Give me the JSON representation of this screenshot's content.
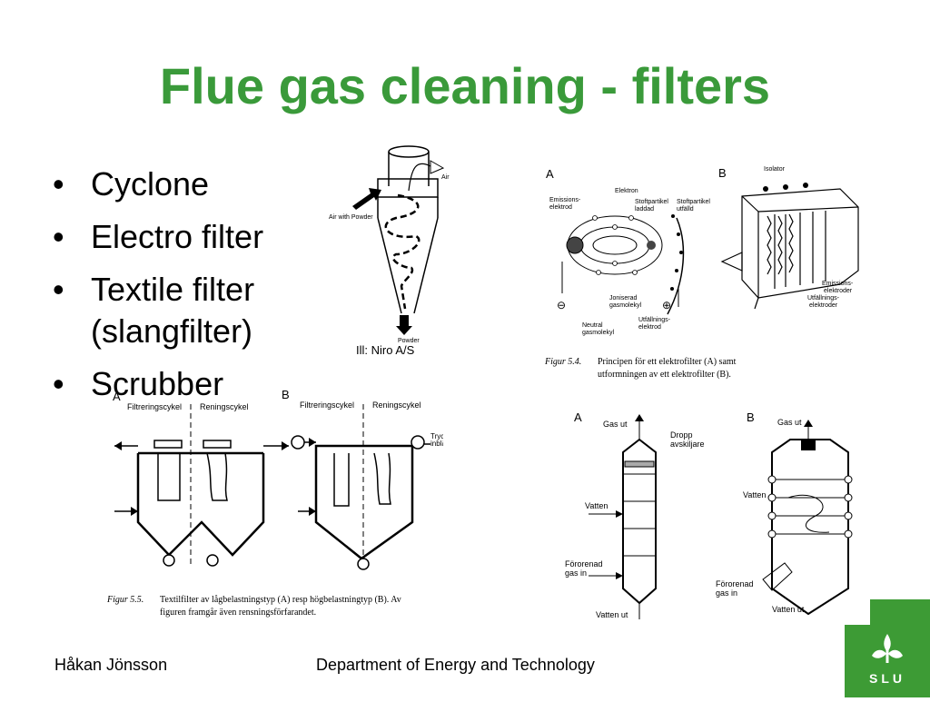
{
  "slide": {
    "title": "Flue gas cleaning - filters",
    "title_color": "#3a9a3a",
    "accent_green": "#3d9b35"
  },
  "bullets": [
    {
      "text": "Cyclone"
    },
    {
      "text": "Electro filter"
    },
    {
      "text": "Textile filter",
      "sub": "(slangfilter)"
    },
    {
      "text": "Scrubber"
    }
  ],
  "cyclone_fig": {
    "label_air_out": "Air",
    "label_air_in": "Air with Powder",
    "label_powder": "Powder",
    "credit": "Ill: Niro A/S"
  },
  "electro_fig": {
    "panel_a": "A",
    "panel_b": "B",
    "emissions_elektrod": [
      "Emissions-",
      "elektrod"
    ],
    "elektron": "Elektron",
    "stoftpartikel_laddad": [
      "Stoftpartikel",
      "laddad"
    ],
    "stoftpartikel_utfalld": [
      "Stoftpartikel",
      "utfälld"
    ],
    "joniserad": [
      "Joniserad",
      "gasmolekyl"
    ],
    "neutral": [
      "Neutral",
      "gasmolekyl"
    ],
    "utfallnings": [
      "Utfällnings-",
      "elektrod"
    ],
    "minus": "⊖",
    "plus": "⊕",
    "isolator": "Isolator",
    "emissions_elektroder": [
      "Emissions-",
      "elektroder"
    ],
    "utfallnings_elektroder": [
      "Utfällnings-",
      "elektroder"
    ],
    "caption_num": "Figur 5.4.",
    "caption_line1": "Principen för ett elektrofilter (A) samt",
    "caption_line2": "utformningen av ett elektrofilter (B)."
  },
  "textile_fig": {
    "panel_a": "A",
    "panel_b": "B",
    "filtrering_a": "Filtreringscykel",
    "rening_a": "Reningscykel",
    "filtrering_b": "Filtreringscykel",
    "rening_b": "Reningscykel",
    "tryckluft": [
      "Tryckluft",
      "inblåsning"
    ],
    "caption_num": "Figur 5.5.",
    "caption_line1": "Textilfilter av lågbelastningstyp (A) resp högbelastningtyp (B). Av",
    "caption_line2": "figuren framgår även rensningsförfarandet."
  },
  "scrubber_fig": {
    "panel_a": "A",
    "panel_b": "B",
    "gas_ut_a": "Gas ut",
    "dropp": [
      "Dropp",
      "avskiljare"
    ],
    "vatten_a": "Vatten",
    "fororenad_a": [
      "Förorenad",
      "gas in"
    ],
    "vatten_ut_a": "Vatten ut",
    "gas_ut_b": "Gas ut",
    "vatten_b": "Vatten",
    "fororenad_b": [
      "Förorenad",
      "gas in"
    ],
    "vatten_ut_b": "Vatten ut"
  },
  "footer": {
    "author": "Håkan Jönsson",
    "department": "Department of Energy and Technology"
  },
  "logo": {
    "text": "SLU"
  }
}
